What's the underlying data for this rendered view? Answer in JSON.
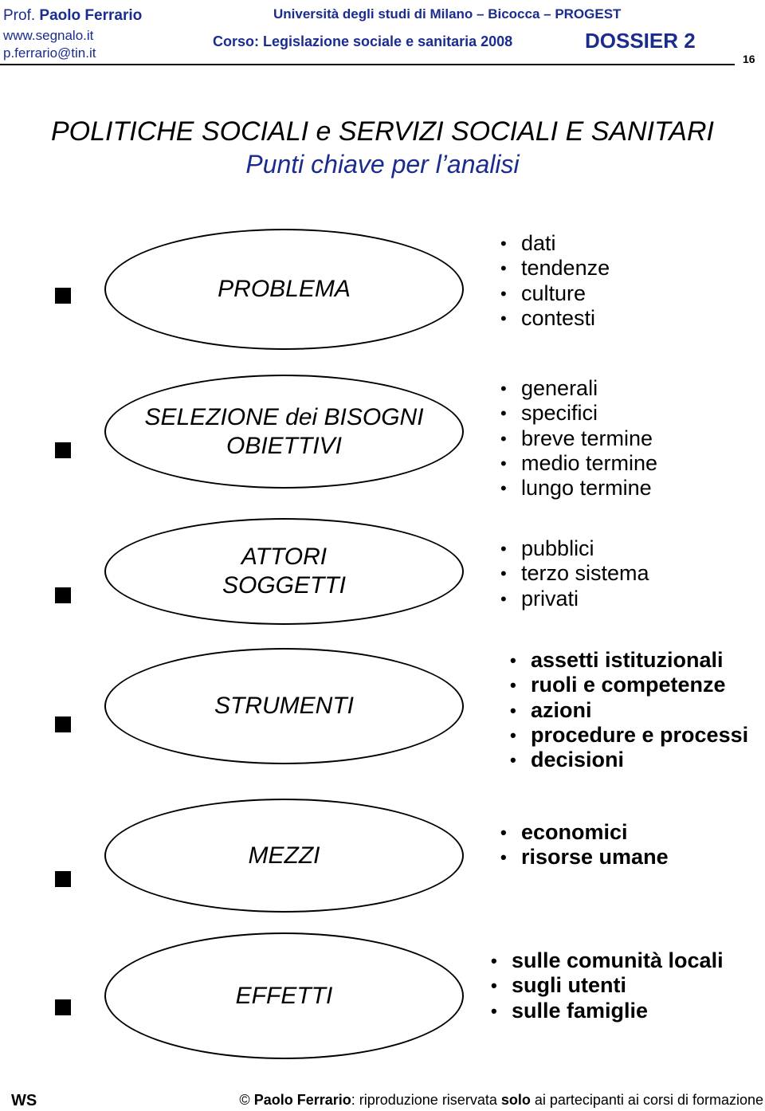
{
  "header": {
    "prof_prefix": "Prof. ",
    "author_name": "Paolo Ferrario",
    "site": "www.segnalo.it",
    "email": "p.ferrario@tin.it",
    "university": "Università degli studi di Milano – Bicocca – PROGEST",
    "course": "Corso: Legislazione sociale e sanitaria 2008",
    "dossier": "DOSSIER 2",
    "page_number": "16"
  },
  "title": "POLITICHE SOCIALI e SERVIZI SOCIALI E SANITARI",
  "subtitle": "Punti chiave per l’analisi",
  "rows": [
    {
      "label_lines": [
        "PROBLEMA"
      ],
      "items": [
        "dati",
        "tendenze",
        "culture",
        "contesti"
      ]
    },
    {
      "label_lines": [
        "SELEZIONE dei BISOGNI",
        "OBIETTIVI"
      ],
      "items": [
        "generali",
        "specifici",
        "breve termine",
        "medio termine",
        "lungo termine"
      ]
    },
    {
      "label_lines": [
        "ATTORI",
        "SOGGETTI"
      ],
      "items": [
        "pubblici",
        "terzo sistema",
        "privati"
      ]
    },
    {
      "label_lines": [
        "STRUMENTI"
      ],
      "items": [
        "assetti istituzionali",
        "ruoli e competenze",
        "azioni",
        "procedure e processi",
        "decisioni"
      ]
    },
    {
      "label_lines": [
        "MEZZI"
      ],
      "items": [
        "economici",
        "risorse umane"
      ]
    },
    {
      "label_lines": [
        "EFFETTI"
      ],
      "items": [
        "sulle comunità locali",
        "sugli utenti",
        "sulle famiglie"
      ]
    }
  ],
  "footer": {
    "ws": "WS",
    "copyright_symbol": "©",
    "author": "Paolo Ferrario",
    "text_a": ": riproduzione riservata ",
    "solo": "solo",
    "text_b": " ai partecipanti ai corsi di formazione"
  },
  "colors": {
    "accent_blue": "#1b2c8f",
    "text": "#000000",
    "shadow": "#a8a8a8"
  }
}
